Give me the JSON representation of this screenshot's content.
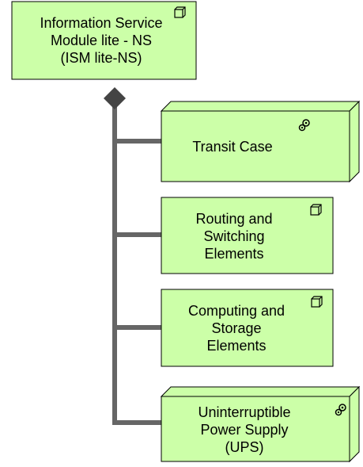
{
  "diagram": {
    "root": {
      "label": "Information Service\nModule lite - NS\n(ISM lite-NS)",
      "icon": "node-icon",
      "shape": "box"
    },
    "children": [
      {
        "label": "Transit Case",
        "icon": "device-gear-icon",
        "shape": "node-3d"
      },
      {
        "label": "Routing and\nSwitching\nElements",
        "icon": "node-icon",
        "shape": "box"
      },
      {
        "label": "Computing and\nStorage\nElements",
        "icon": "node-icon",
        "shape": "box"
      },
      {
        "label": "Uninterruptible\nPower Supply\n(UPS)",
        "icon": "device-gear-icon",
        "shape": "node-3d"
      }
    ],
    "relation": "composition",
    "colors": {
      "fill": "#ccffa8",
      "border": "#000000",
      "connector": "#666666"
    }
  }
}
